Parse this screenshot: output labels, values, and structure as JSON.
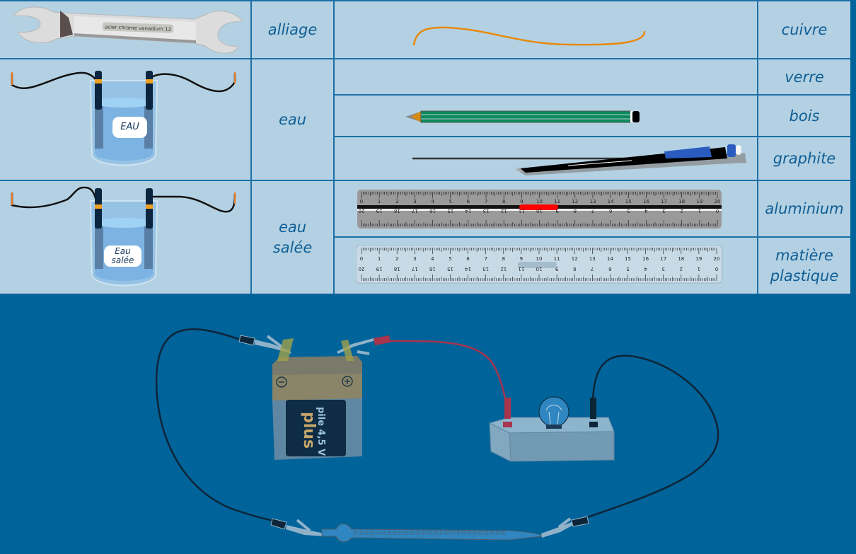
{
  "rows": [
    {
      "object": "wrench-image",
      "object_text": "acier chrome vanadium   12",
      "category": "alliage",
      "material": "cuivre",
      "material_object": "copper-wire"
    },
    {
      "object": "beaker-water",
      "beaker_label": "EAU",
      "category": "eau",
      "materials": [
        {
          "label": "verre",
          "object": "glass-rod-empty"
        },
        {
          "label": "bois",
          "object": "pencil"
        },
        {
          "label": "graphite",
          "object": "mechanical-pencil"
        }
      ]
    },
    {
      "object": "beaker-salt-water",
      "beaker_label": "Eau salée",
      "category_line1": "eau",
      "category_line2": "salée",
      "materials": [
        {
          "label": "aluminium",
          "object": "aluminium-ruler"
        },
        {
          "label_line1": "matière",
          "label_line2": "plastique",
          "object": "plastic-ruler"
        }
      ]
    }
  ],
  "ruler": {
    "top_numbers": [
      "0",
      "1",
      "2",
      "3",
      "4",
      "5",
      "6",
      "7",
      "8",
      "9",
      "10",
      "11",
      "12",
      "13",
      "14",
      "15",
      "16",
      "17",
      "18",
      "19",
      "20"
    ],
    "bottom_numbers": [
      "20",
      "19",
      "18",
      "17",
      "16",
      "15",
      "14",
      "13",
      "12",
      "11",
      "10",
      "9",
      "8",
      "7",
      "6",
      "5",
      "4",
      "3",
      "2",
      "1",
      "0"
    ]
  },
  "battery": {
    "minus": "⊖",
    "plus": "⊕",
    "line1": "pile 4,5 V",
    "line2": "plus"
  },
  "colors": {
    "table_bg": "#b3d1e2",
    "grid": "#1d6fa6",
    "label": "#0f5e96",
    "background": "#006399",
    "copper": "#e8890c",
    "red_wire": "#a8344e",
    "black_wire": "#0d2538"
  }
}
